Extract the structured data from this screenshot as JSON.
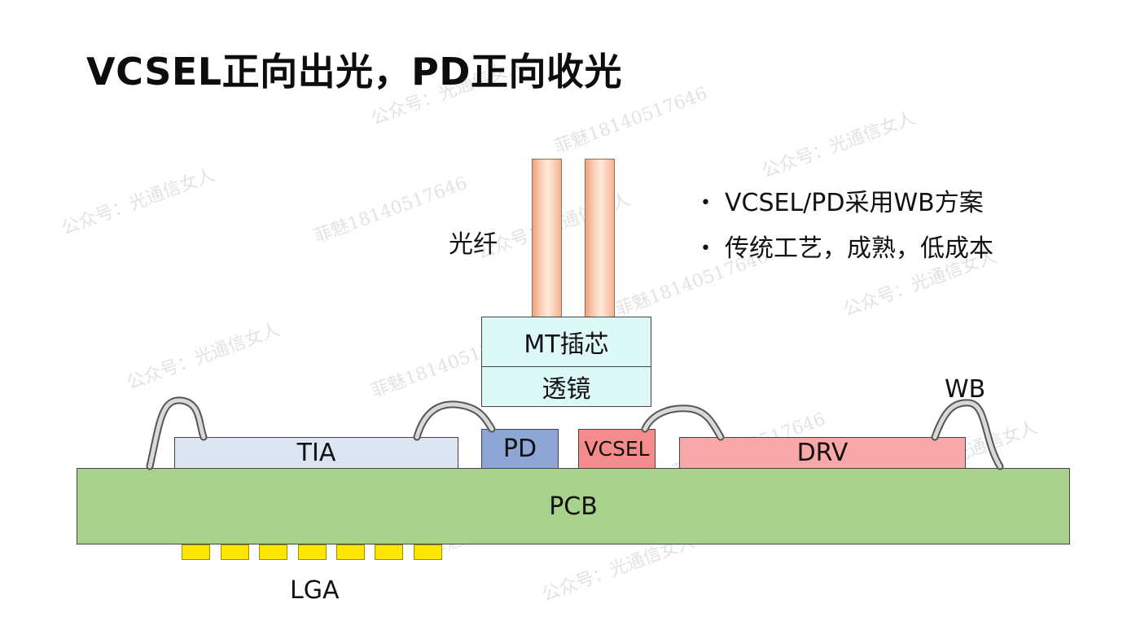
{
  "title": "VCSEL正向出光，PD正向收光",
  "bullets": [
    "VCSEL/PD采用WB方案",
    "传统工艺，成熟，低成本"
  ],
  "labels": {
    "fiber": "光纤",
    "mt_ferrule": "MT插芯",
    "lens": "透镜",
    "tia": "TIA",
    "pd": "PD",
    "vcsel": "VCSEL",
    "drv": "DRV",
    "pcb": "PCB",
    "lga": "LGA",
    "wb": "WB"
  },
  "watermarks": {
    "wechat": "公众号：光通信女人",
    "phone": "菲魅18140517646"
  },
  "colors": {
    "tia": "#dce6f2",
    "pd": "#8ea6d6",
    "vcsel": "#f68b8b",
    "drv": "#f8a8a8",
    "pcb": "#a9d18e",
    "optics": "#ddf8f8",
    "lga": "#ffe600"
  }
}
